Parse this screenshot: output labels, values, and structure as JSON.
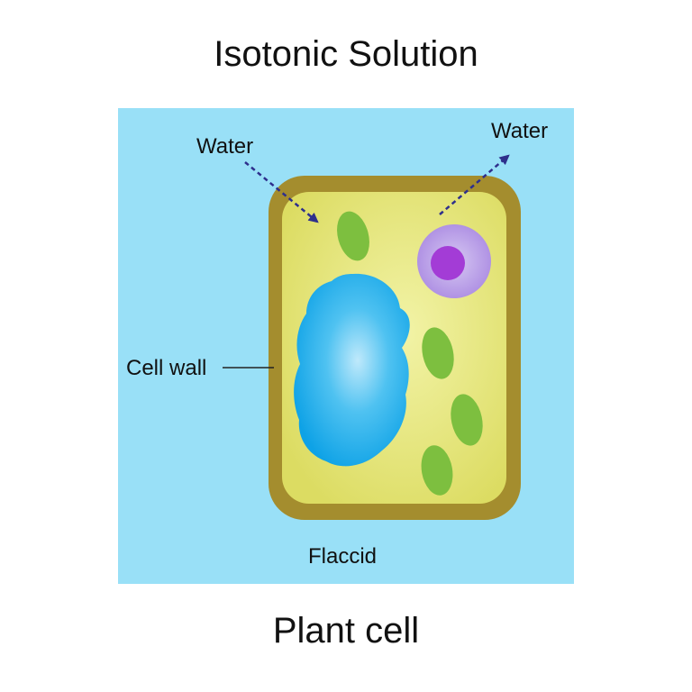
{
  "title": "Isotonic Solution",
  "caption": "Plant cell",
  "labels": {
    "water_in": "Water",
    "water_out": "Water",
    "cell_wall": "Cell wall",
    "state": "Flaccid"
  },
  "colors": {
    "solution": "#99e0f7",
    "cell_wall": "#a48d2e",
    "cytoplasm": "#dfe06c",
    "vacuole": "#13a6e8",
    "chloroplast": "#7dbf3f",
    "nucleus_outer": "#b393e6",
    "nucleus_inner": "#a33cd6",
    "arrow": "#2e2f8c"
  }
}
